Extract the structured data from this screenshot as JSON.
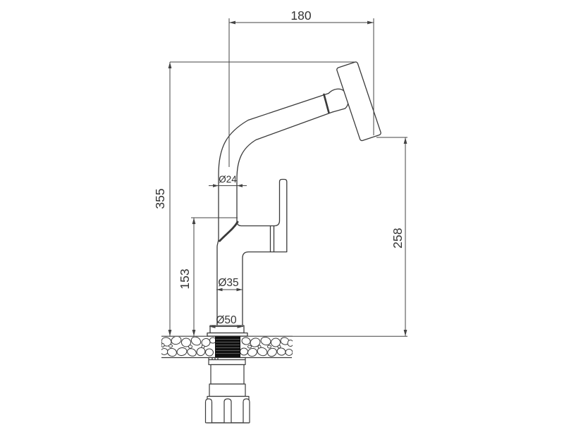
{
  "colors": {
    "line": "#3a3a3a",
    "dim_line": "#434343",
    "text": "#333333",
    "thread_fill": "#101010",
    "background": "#ffffff"
  },
  "labels": {
    "spout_reach": "180",
    "total_height": "355",
    "body_height": "153",
    "outlet_height": "258",
    "spout_diameter": "Ø24",
    "body_diameter": "Ø35",
    "base_diameter": "Ø50"
  }
}
